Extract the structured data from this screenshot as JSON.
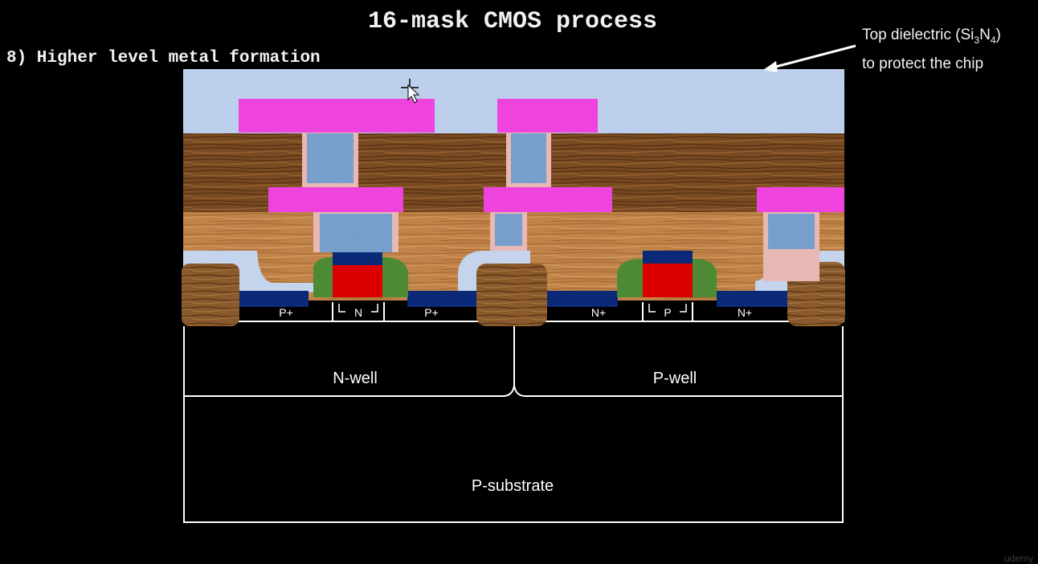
{
  "header": {
    "title": "16-mask CMOS process",
    "step": "8) Higher level metal formation"
  },
  "callout": {
    "line1_prefix": "Top dielectric (Si",
    "sub1": "3",
    "mid": "N",
    "sub2": "4",
    "line1_suffix": ")",
    "line2": "to protect the chip"
  },
  "labels": {
    "n_well": "N-well",
    "p_well": "P-well",
    "p_substrate": "P-substrate",
    "p_plus_left": "P+",
    "n_channel": "N",
    "p_plus_right": "P+",
    "n_plus_left": "N+",
    "p_channel": "P",
    "n_plus_right": "N+"
  },
  "colors": {
    "metal": "#ee44dd",
    "via": "#4a7fb8",
    "poly_gate": "#dd0000",
    "gate_cap": "#0a2a78",
    "spacer": "#4e8a34",
    "oxide_wood_dark": "#7a4a22",
    "oxide_wood_light": "#c0844a",
    "passivation": "#b4c8e8",
    "diffusion": "#0a2a78"
  },
  "watermark": "udemy"
}
